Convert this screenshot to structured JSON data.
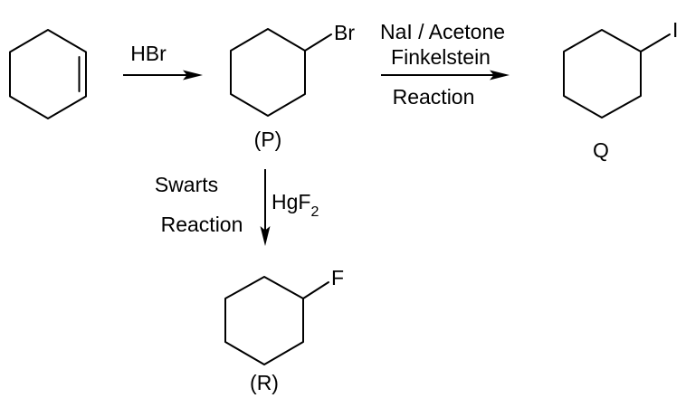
{
  "scheme": {
    "background_color": "#ffffff",
    "line_color": "#000000",
    "text_color": "#000000",
    "molecules": {
      "p": {
        "substituent": "Br",
        "label": "(P)"
      },
      "q": {
        "substituent": "I",
        "label": "Q",
        "label_color": "#2222cc"
      },
      "r": {
        "substituent": "F",
        "label": "(R)"
      }
    },
    "reactions": {
      "step1": {
        "reagent": "HBr"
      },
      "step2": {
        "reagent": "NaI / Acetone",
        "name_line1": "Finkelstein",
        "name_line2": "Reaction"
      },
      "step3": {
        "name_line1": "Swarts",
        "name_line2": "Reaction",
        "reagent_main": "HgF",
        "reagent_sub": "2"
      }
    }
  }
}
